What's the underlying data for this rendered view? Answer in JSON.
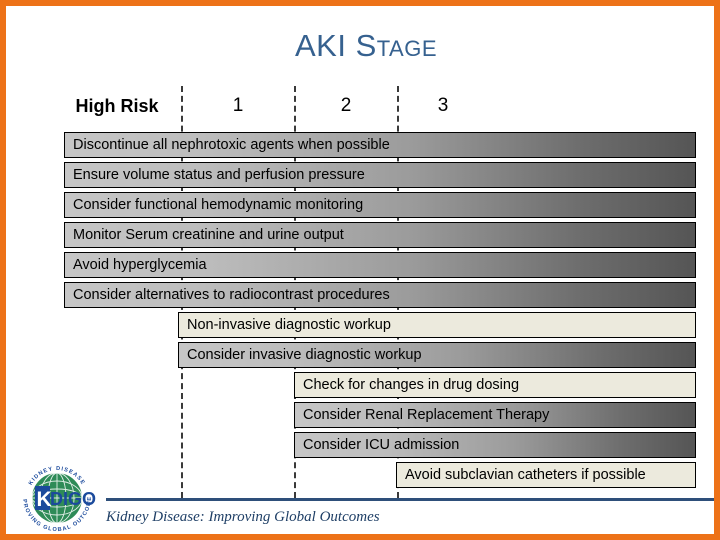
{
  "slide": {
    "title_main": "AKI ",
    "title_smallcaps": "Stage",
    "border_color": "#ed7218",
    "title_color": "#36618f"
  },
  "columns": {
    "headers": [
      {
        "label": "High Risk"
      },
      {
        "label": "1"
      },
      {
        "label": "2"
      },
      {
        "label": "3"
      }
    ]
  },
  "bars": [
    {
      "label": "Discontinue all nephrotoxic agents when possible",
      "style": "gradient"
    },
    {
      "label": "Ensure volume status and perfusion pressure",
      "style": "gradient"
    },
    {
      "label": "Consider functional hemodynamic monitoring",
      "style": "gradient"
    },
    {
      "label": "Monitor Serum creatinine and urine output",
      "style": "gradient"
    },
    {
      "label": "Avoid hyperglycemia",
      "style": "gradient"
    },
    {
      "label": "Consider alternatives to radiocontrast procedures",
      "style": "gradient"
    },
    {
      "label": "Non-invasive diagnostic workup",
      "style": "cream"
    },
    {
      "label": "Consider invasive diagnostic workup",
      "style": "gradient"
    },
    {
      "label": "Check for changes in drug dosing",
      "style": "cream"
    },
    {
      "label": "Consider Renal Replacement Therapy",
      "style": "gradient"
    },
    {
      "label": "Consider ICU admission",
      "style": "gradient"
    },
    {
      "label": "Avoid subclavian catheters if possible",
      "style": "cream"
    }
  ],
  "footer": {
    "tagline": "Kidney Disease: Improving Global Outcomes",
    "rule_color": "#2e4f7a",
    "logo_name": "kdigo-logo",
    "logo_wordmark": "KDIGO",
    "logo_ring_top": "KIDNEY DISEASE",
    "logo_ring_bottom": "IMPROVING GLOBAL OUTCOMES"
  }
}
